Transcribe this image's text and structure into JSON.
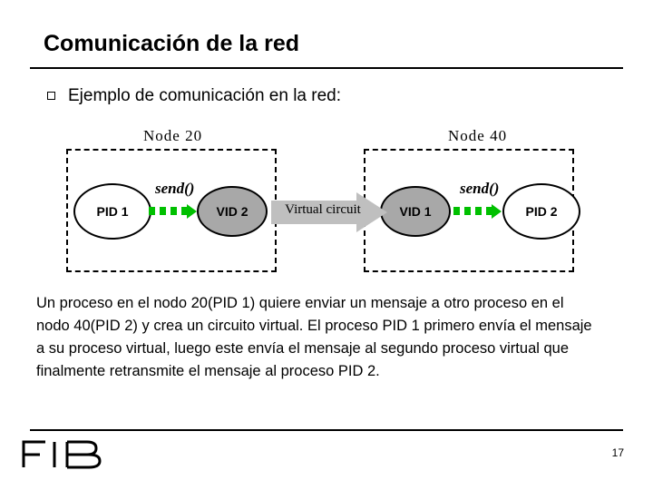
{
  "slide": {
    "title": "Comunicación de la red",
    "bullet": {
      "marker": "square-bullet",
      "text": "Ejemplo de comunicación en la red:"
    },
    "diagram": {
      "node_left_label": "Node 20",
      "node_right_label": "Node 40",
      "process_left": "PID 1",
      "virtual_left": "VID 2",
      "virtual_right": "VID 1",
      "process_right": "PID 2",
      "send_left": "send()",
      "send_right": "send()",
      "virtual_circuit_label": "Virtual circuit",
      "colors": {
        "arrow_dotted": "#00c000",
        "arrow_thick": "#bfbfbf",
        "virtual_node_fill": "#a8a8a8",
        "outline": "#000000"
      }
    },
    "paragraph": "Un proceso en el nodo 20(PID 1) quiere enviar un mensaje a otro proceso en el nodo 40(PID 2) y crea un circuito virtual. El proceso PID 1 primero envía el mensaje a su proceso virtual, luego este envía el mensaje al segundo proceso virtual que finalmente retransmite el mensaje al proceso PID 2.",
    "footer": {
      "logo_text": "FIB",
      "page_number": "17"
    }
  }
}
